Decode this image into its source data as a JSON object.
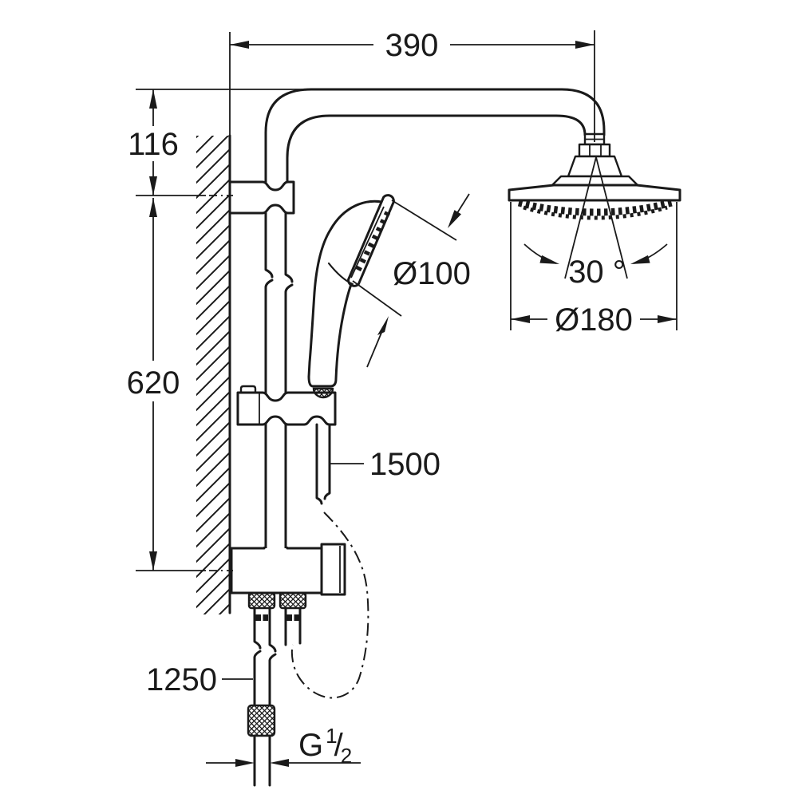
{
  "drawing": {
    "type": "technical-dimension-drawing",
    "subject": "wall-mounted shower system with head shower, hand shower, rail and hoses",
    "colors": {
      "line": "#1a1a1a",
      "background": "#ffffff"
    },
    "dims": {
      "arm_reach": "390",
      "arm_height": "116",
      "rail_height": "620",
      "hand_shower_diameter": "Ø100",
      "head_swivel_angle": "30 °",
      "head_shower_diameter": "Ø180",
      "shower_hose_length": "1500",
      "inlet_hose_length": "1250",
      "thread": {
        "base": "G",
        "numerator": "1",
        "slash": "/",
        "denominator": "2"
      }
    }
  }
}
